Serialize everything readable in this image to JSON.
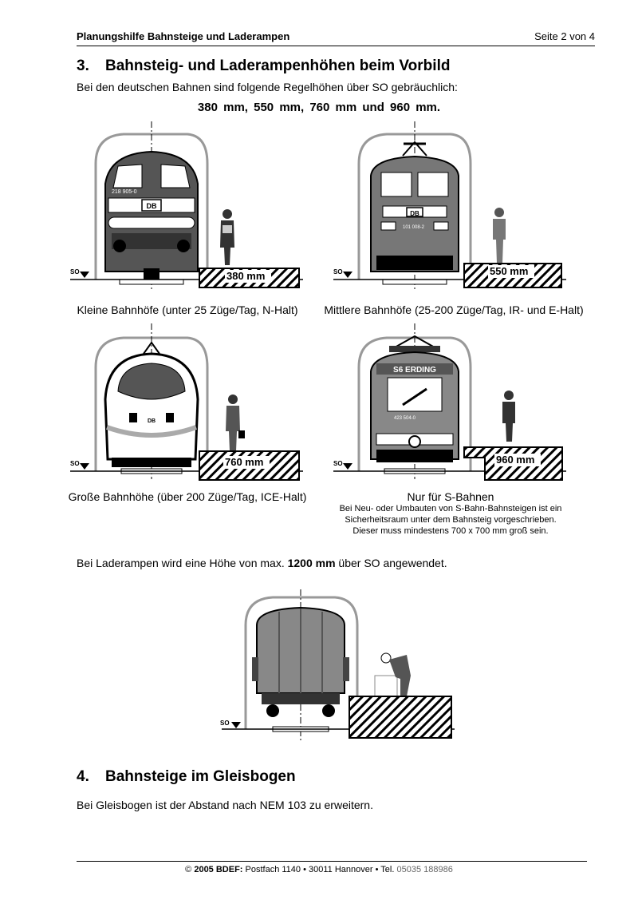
{
  "header": {
    "title": "Planungshilfe Bahnsteige und Laderampen",
    "page": "Seite 2 von 4"
  },
  "section3": {
    "number": "3.",
    "title": "Bahnsteig- und Laderampenhöhen beim Vorbild",
    "intro": "Bei den deutschen Bahnen sind folgende Regelhöhen über SO gebräuchlich:",
    "heights": "380 mm,   550 mm,   760 mm  und  960 mm."
  },
  "figures": {
    "so_label": "SO",
    "small": {
      "caption": "Kleine Bahnhöfe (unter 25 Züge/Tag, N-Halt)",
      "height": "380 mm",
      "loco_no": "218 905-0",
      "logo": "DB"
    },
    "medium": {
      "caption": "Mittlere Bahnhöfe (25-200 Züge/Tag, IR- und E-Halt)",
      "height": "550 mm",
      "loco_no": "101 008-2",
      "logo": "DB"
    },
    "large": {
      "caption": "Große Bahnhöhe (über 200 Züge/Tag, ICE-Halt)",
      "height": "760 mm",
      "logo": "DB"
    },
    "sbahn": {
      "caption": "Nur für S-Bahnen",
      "height": "960 mm",
      "destination": "S6 ERDING",
      "unit_no": "423 504-0",
      "note_lines": [
        "Bei Neu- oder Umbauten von S-Bahn-Bahnsteigen ist ein",
        "Sicherheitsraum unter dem Bahnsteig vorgeschrieben.",
        "Dieser muss mindestens 700 x 700 mm groß sein."
      ]
    }
  },
  "ramp": {
    "text_before": "Bei Laderampen wird eine Höhe von max. ",
    "value": "1200 mm",
    "text_after": " über SO angewendet."
  },
  "section4": {
    "number": "4.",
    "title": "Bahnsteige im Gleisbogen",
    "text": "Bei Gleisbogen ist der Abstand nach NEM 103 zu erweitern."
  },
  "footer": {
    "copyright": "©  ",
    "org": "2005 BDEF:",
    "address": " Postfach 1140 • 30011 Hannover • Tel. ",
    "tel": "05035 188986"
  }
}
